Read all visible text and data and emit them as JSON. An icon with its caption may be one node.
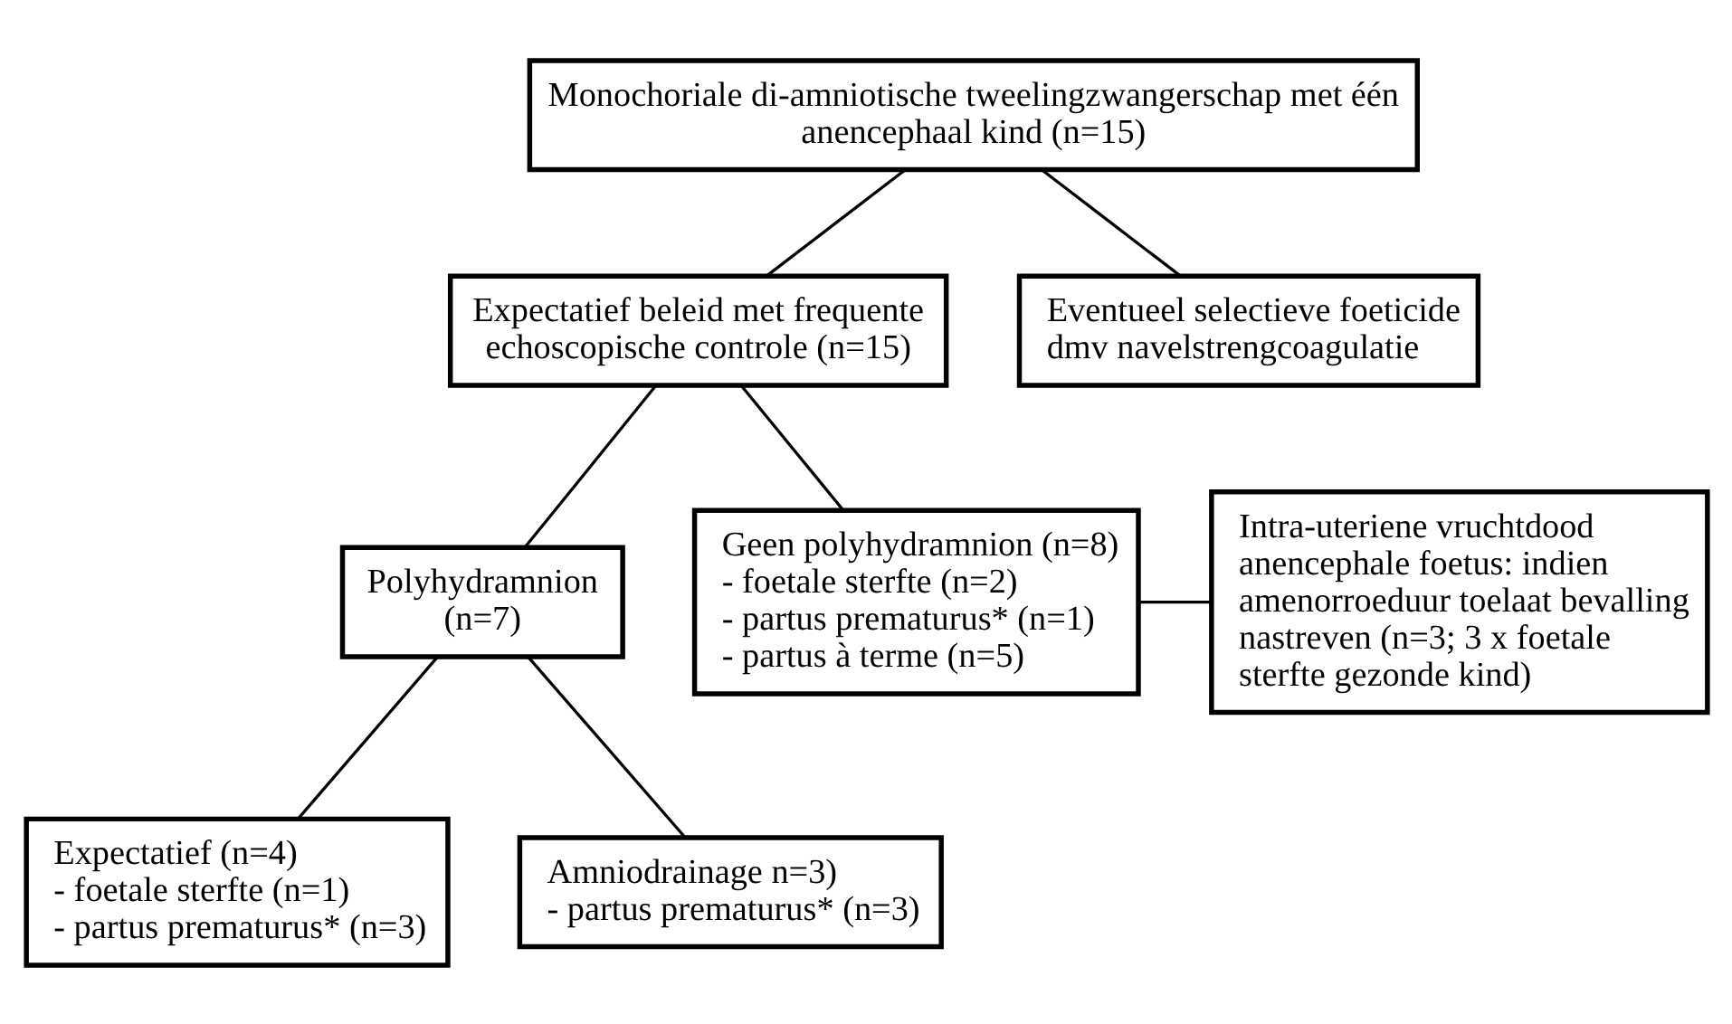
{
  "diagram": {
    "nodes": [
      {
        "text": [
          "Monochoriale di-amniotische tweelingzwangerschap met één anencephaal kind (n=15)"
        ]
      },
      {
        "text": [
          "Expectatief beleid met frequente echoscopische controle (n=15)"
        ]
      },
      {
        "text": [
          "Eventueel selectieve foeticide dmv navelstrengcoagulatie"
        ]
      },
      {
        "text": [
          "Polyhydramnion (n=7)"
        ]
      },
      {
        "text": [
          "Geen polyhydramnion (n=8)",
          "- foetale sterfte (n=2)",
          "- partus prematurus* (n=1)",
          "- partus à terme (n=5)"
        ]
      },
      {
        "text": [
          "Intra-uteriene vruchtdood anencephale foetus: indien amenorroeduur toelaat bevalling nastreven (n=3; 3 x foetale sterfte gezonde kind)"
        ]
      },
      {
        "text": [
          "Expectatief (n=4)",
          "- foetale sterfte (n=1)",
          "- partus prematurus* (n=3)"
        ]
      },
      {
        "text": [
          "Amniodrainage n=3)",
          "- partus prematurus* (n=3)"
        ]
      }
    ],
    "edges": [
      {
        "from": 0,
        "to": 1,
        "arrow": "none"
      },
      {
        "from": 0,
        "to": 2,
        "arrow": "none"
      },
      {
        "from": 1,
        "to": 3,
        "arrow": "none"
      },
      {
        "from": 1,
        "to": 4,
        "arrow": "none"
      },
      {
        "from": 4,
        "to": 5,
        "arrow": "none"
      },
      {
        "from": 3,
        "to": 6,
        "arrow": "none"
      },
      {
        "from": 3,
        "to": 7,
        "arrow": "none"
      }
    ]
  }
}
